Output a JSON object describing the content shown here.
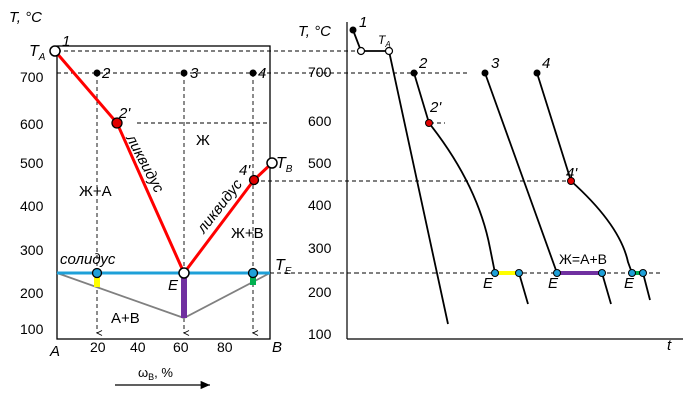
{
  "left": {
    "y_title": "T, °C",
    "y_ticks": [
      "100",
      "200",
      "300",
      "400",
      "500",
      "600",
      "700"
    ],
    "x_ticks": [
      "20",
      "40",
      "60",
      "80"
    ],
    "x_end_a": "A",
    "x_end_b": "B",
    "x_axis_title": "ω",
    "x_axis_sub": "B",
    "x_axis_unit": ", %",
    "ta_main": "T",
    "ta_sub": "A",
    "tb_main": "T",
    "tb_sub": "B",
    "te_main": "T",
    "te_sub": "E",
    "pt1": "1",
    "pt2": "2",
    "pt3": "3",
    "pt4": "4",
    "pt2p": "2'",
    "pt4p": "4'",
    "eutectic_pt": "E",
    "liquidus_left": "ликвидус",
    "liquidus_right": "ликвидус",
    "solidus": "солидус",
    "region_liquid": "Ж",
    "region_liquid_a": "Ж+А",
    "region_liquid_b": "Ж+В",
    "region_solid": "А+В",
    "colors": {
      "liquidus": "#ff0000",
      "solidus": "#1ea0d8",
      "eutectic_lines": "#808080",
      "highlight_yellow": "#ffff00",
      "highlight_purple": "#7030a0",
      "highlight_green": "#00b050"
    }
  },
  "right": {
    "y_title": "T, °C",
    "y_ticks": [
      "100",
      "200",
      "300",
      "400",
      "500",
      "600",
      "700"
    ],
    "x_title": "t",
    "ta_main": "T",
    "ta_sub": "A",
    "pt1": "1",
    "pt2": "2",
    "pt3": "3",
    "pt4": "4",
    "pt2p": "2'",
    "pt4p": "4'",
    "e1": "E",
    "e2": "E",
    "e3": "E",
    "eutectic_label": "Ж=А+В"
  }
}
